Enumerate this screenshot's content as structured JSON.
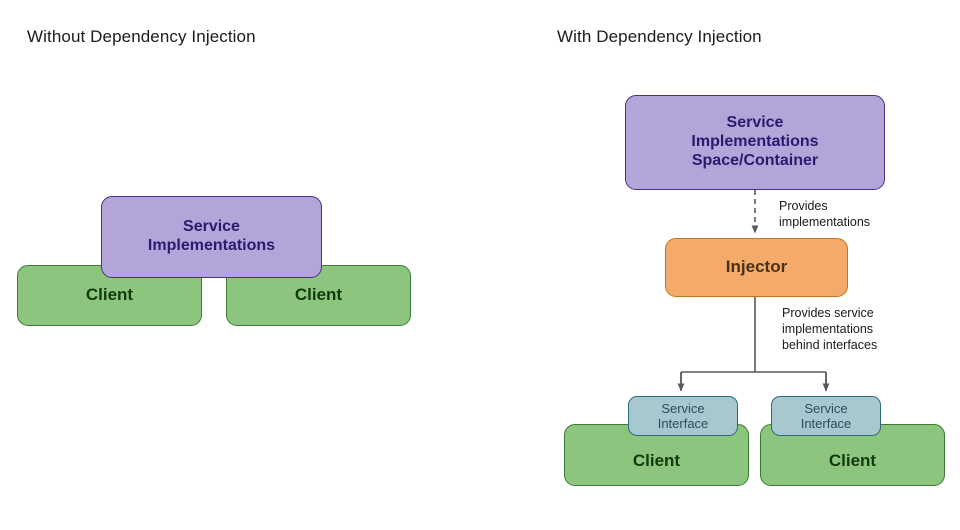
{
  "panels": {
    "left": {
      "title": "Without Dependency Injection",
      "service_box": {
        "label": "Service\nImplementations",
        "fill": "#b3a4d9",
        "stroke": "#4a2f86",
        "text_color": "#2b1a6e"
      },
      "clients": [
        {
          "label": "Client",
          "fill": "#8cc67e",
          "stroke": "#3d7a33",
          "text_color": "#123a08"
        },
        {
          "label": "Client",
          "fill": "#8cc67e",
          "stroke": "#3d7a33",
          "text_color": "#123a08"
        }
      ]
    },
    "right": {
      "title": "With Dependency Injection",
      "container_box": {
        "label": "Service\nImplementations\nSpace/Container",
        "fill": "#b3a4d9",
        "stroke": "#4a2f86",
        "text_color": "#2b1a6e"
      },
      "injector_box": {
        "label": "Injector",
        "fill": "#f4ab6a",
        "stroke": "#c4741f",
        "text_color": "#4a3018"
      },
      "edges": [
        {
          "label": "Provides\nimplementations",
          "style": "dashed"
        },
        {
          "label": "Provides service\nimplementations\nbehind interfaces",
          "style": "solid"
        }
      ],
      "interfaces": [
        {
          "label": "Service\nInterface",
          "fill": "#a8c8d0",
          "stroke": "#2e6b7a",
          "text_color": "#2c4e5c"
        },
        {
          "label": "Service\nInterface",
          "fill": "#a8c8d0",
          "stroke": "#2e6b7a",
          "text_color": "#2c4e5c"
        }
      ],
      "clients": [
        {
          "label": "Client",
          "fill": "#8cc67e",
          "stroke": "#3d7a33",
          "text_color": "#123a08"
        },
        {
          "label": "Client",
          "fill": "#8cc67e",
          "stroke": "#3d7a33",
          "text_color": "#123a08"
        }
      ]
    }
  },
  "colors": {
    "background": "#ffffff",
    "connector": "#595959",
    "title_text": "#1b1b1b"
  }
}
